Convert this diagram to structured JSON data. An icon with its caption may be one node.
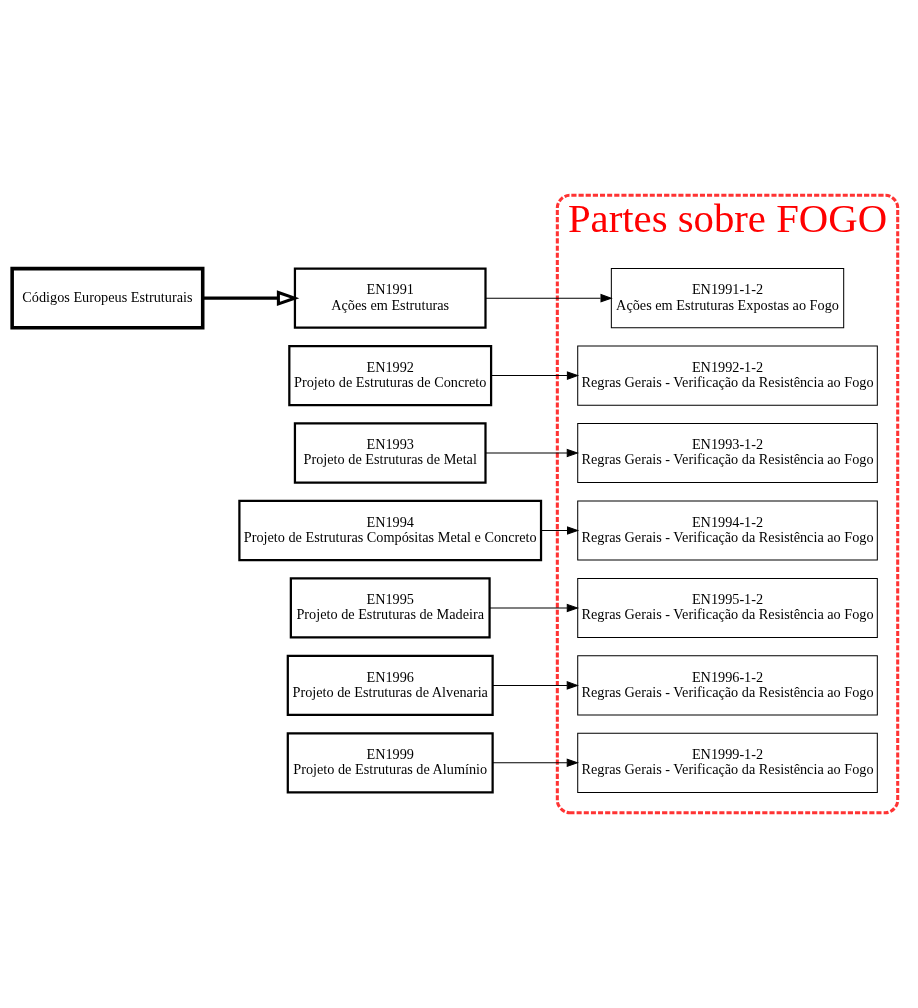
{
  "diagram": {
    "nodes": [
      {
        "text": [
          "Códigos Europeus Estruturais"
        ]
      },
      {
        "text": [
          "EN1991",
          "Ações em Estruturas"
        ]
      },
      {
        "text": [
          "EN1992",
          "Projeto de Estruturas de Concreto"
        ]
      },
      {
        "text": [
          "EN1993",
          "Projeto de Estruturas de Metal"
        ]
      },
      {
        "text": [
          "EN1994",
          "Projeto de Estruturas Compósitas Metal e Concreto"
        ]
      },
      {
        "text": [
          "EN1995",
          "Projeto de Estruturas de Madeira"
        ]
      },
      {
        "text": [
          "EN1996",
          "Projeto de Estruturas de Alvenaria"
        ]
      },
      {
        "text": [
          "EN1999",
          "Projeto de Estruturas de Alumínio"
        ]
      },
      {
        "text": [
          "Partes sobre FOGO"
        ]
      },
      {
        "text": [
          "EN1991-1-2",
          "Ações em Estruturas Expostas ao Fogo"
        ],
        "in": 8
      },
      {
        "text": [
          "EN1992-1-2",
          "Regras Gerais - Verificação da Resistência ao Fogo"
        ],
        "in": 8
      },
      {
        "text": [
          "EN1993-1-2",
          "Regras Gerais - Verificação da Resistência ao Fogo"
        ],
        "in": 8
      },
      {
        "text": [
          "EN1994-1-2",
          "Regras Gerais - Verificação da Resistência ao Fogo"
        ],
        "in": 8
      },
      {
        "text": [
          "EN1995-1-2",
          "Regras Gerais - Verificação da Resistência ao Fogo"
        ],
        "in": 8
      },
      {
        "text": [
          "EN1996-1-2",
          "Regras Gerais - Verificação da Resistência ao Fogo"
        ],
        "in": 8
      },
      {
        "text": [
          "EN1999-1-2",
          "Regras Gerais - Verificação da Resistência ao Fogo"
        ],
        "in": 8
      }
    ],
    "edges": [
      {
        "from": 0,
        "to": 1,
        "arrow": "to",
        "style": "thick"
      },
      {
        "from": 1,
        "to": 9,
        "arrow": "to"
      },
      {
        "from": 2,
        "to": 10,
        "arrow": "to"
      },
      {
        "from": 3,
        "to": 11,
        "arrow": "to"
      },
      {
        "from": 4,
        "to": 12,
        "arrow": "to"
      },
      {
        "from": 5,
        "to": 13,
        "arrow": "to"
      },
      {
        "from": 6,
        "to": 14,
        "arrow": "to"
      },
      {
        "from": 7,
        "to": 15,
        "arrow": "to"
      }
    ]
  }
}
